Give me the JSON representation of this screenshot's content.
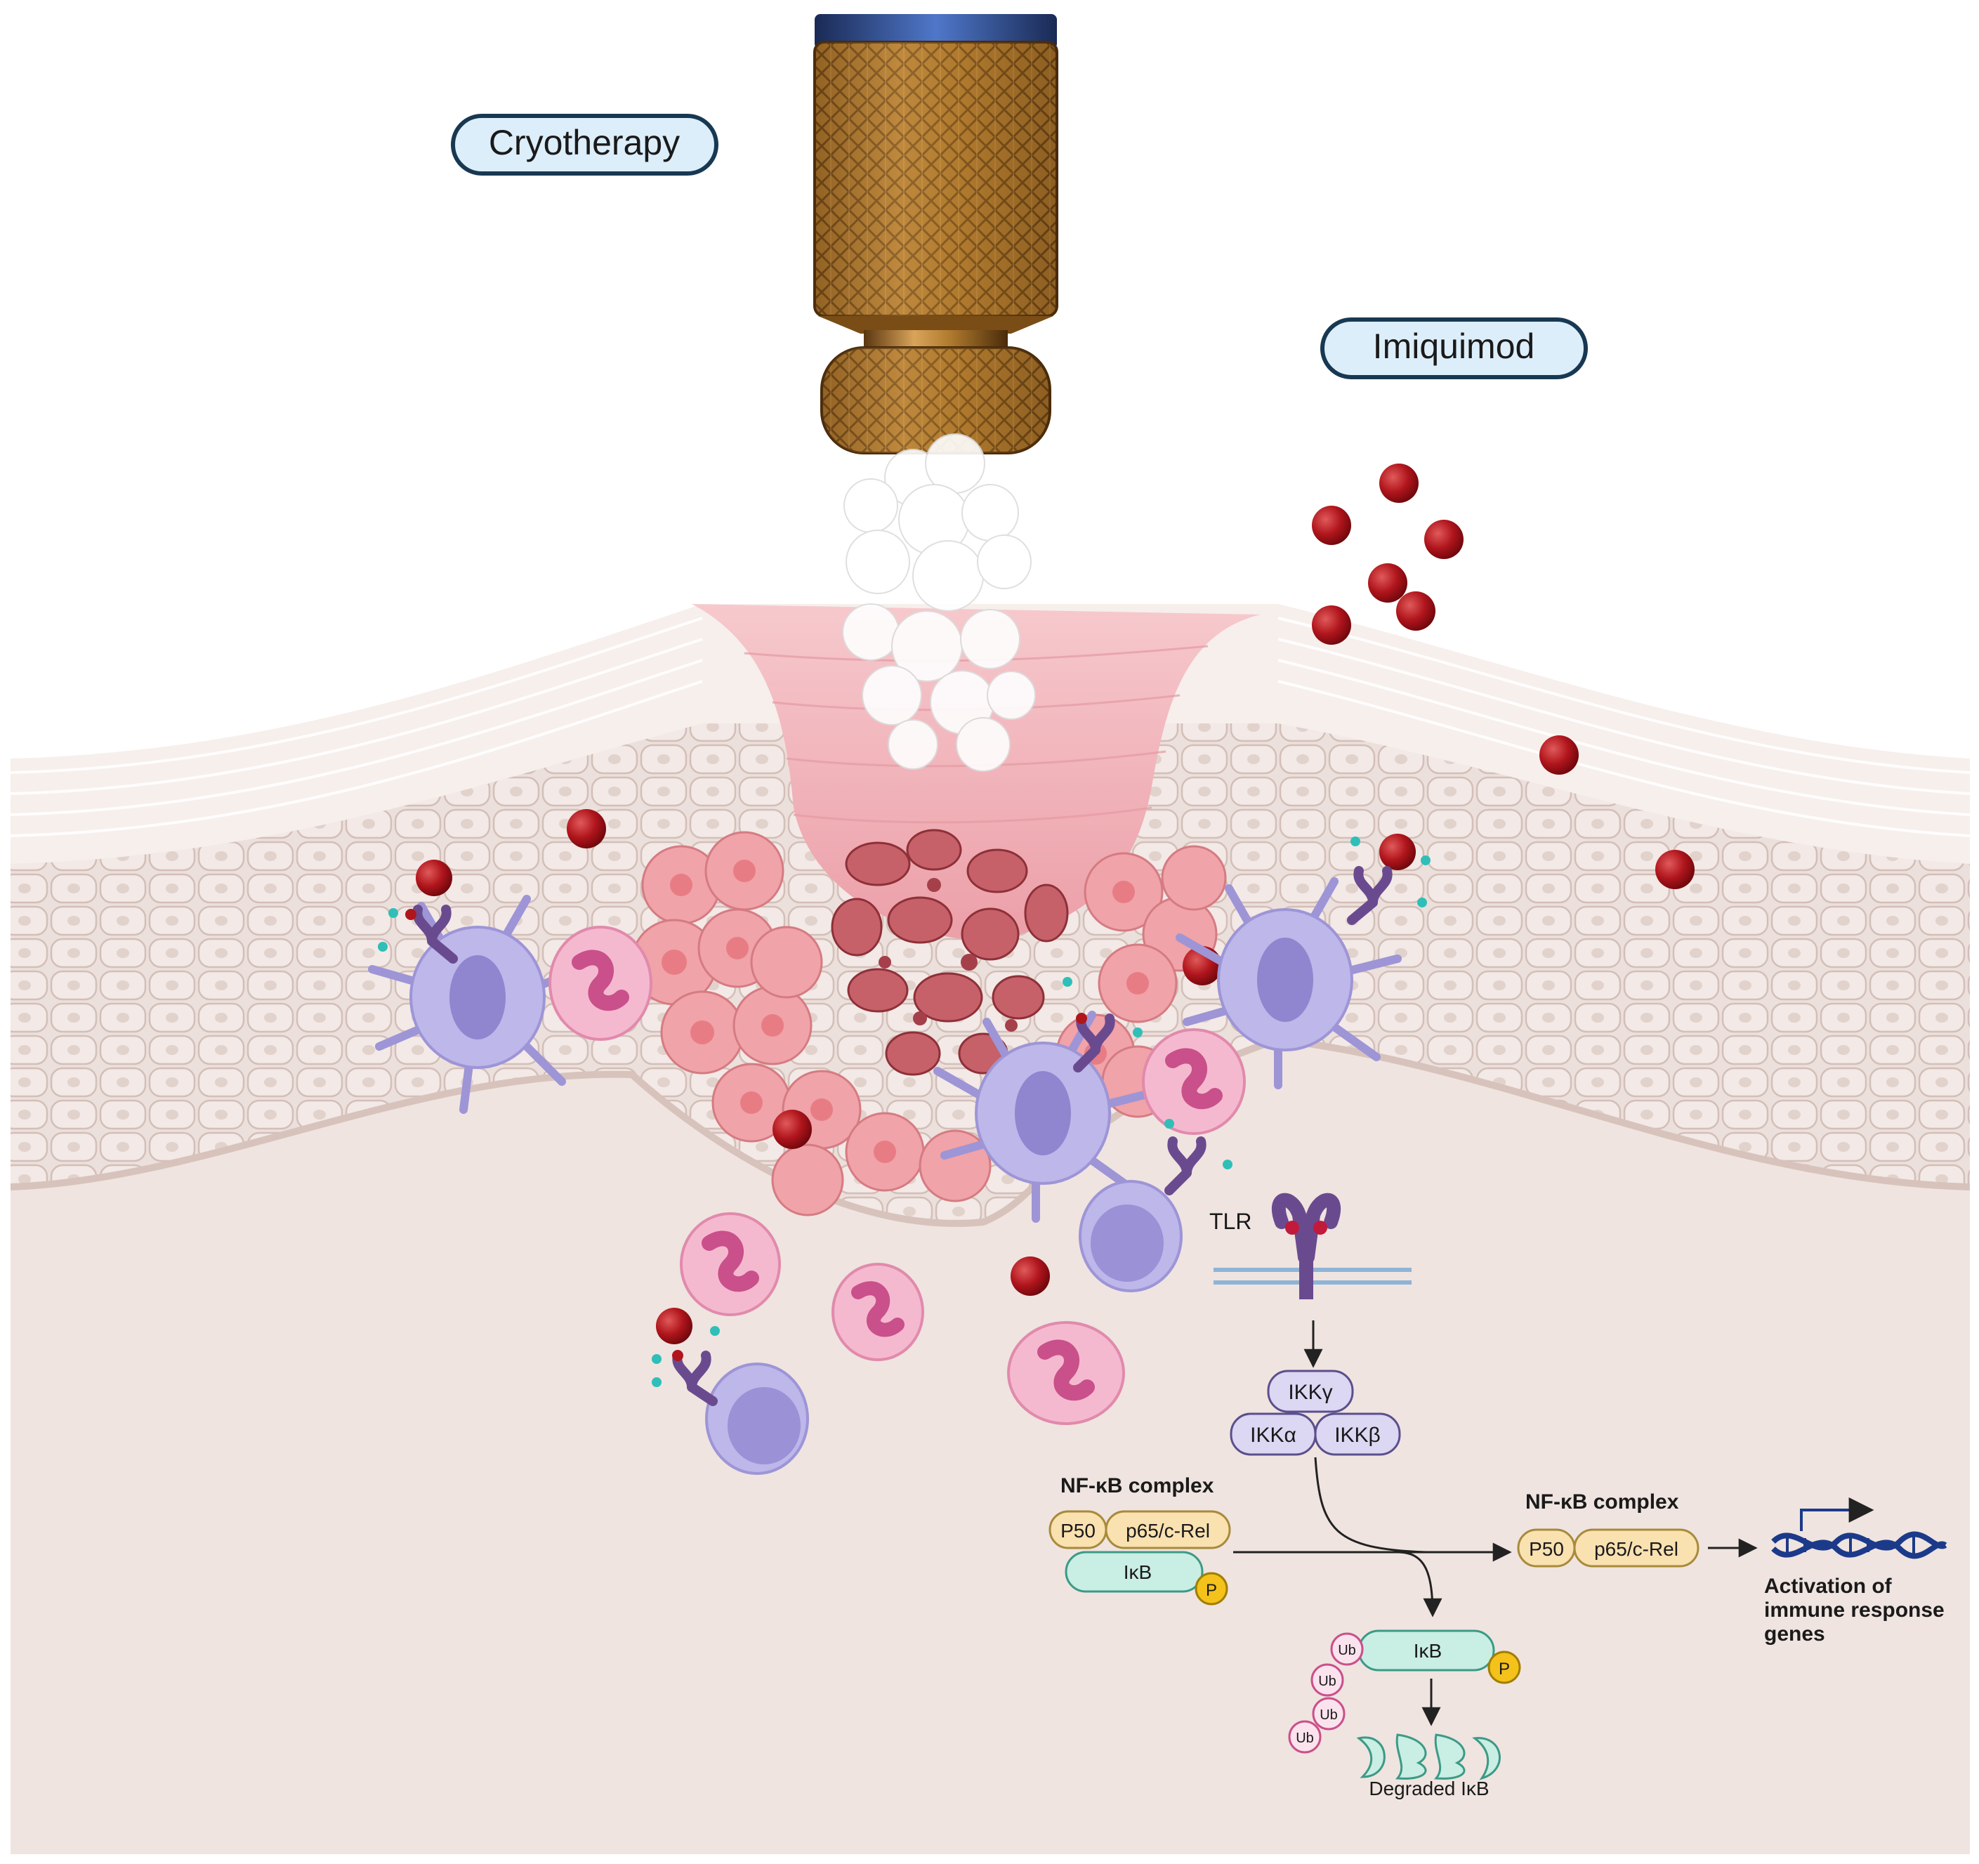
{
  "labels": {
    "cryotherapy": "Cryotherapy",
    "imiquimod": "Imiquimod",
    "tlr": "TLR",
    "ikk_gamma": "IKKγ",
    "ikk_alpha": "IKKα",
    "ikk_beta": "IKKβ",
    "nfkb_complex_left": "NF-κB complex",
    "nfkb_complex_right": "NF-κB complex",
    "p50_left": "P50",
    "p65_left": "p65/c-Rel",
    "ikb_left": "IκB",
    "p_left": "P",
    "p50_right": "P50",
    "p65_right": "p65/c-Rel",
    "ikb_ub": "IκB",
    "p_ub": "P",
    "ub": "Ub",
    "degraded_ikb": "Degraded IκB",
    "activation_line1": "Activation of",
    "activation_line2": "immune response",
    "activation_line3": "genes"
  },
  "colors": {
    "skin_top": "#f3ebe8",
    "dermis": "#efe3df",
    "cell_border": "#d9c7c1",
    "wound": "#f2b8bf",
    "tumor": "#e58f94",
    "necrotic": "#c9575f",
    "imiquimod": "#b0151c",
    "dendritic": "#b9b3e8",
    "neutrophil": "#f5b9cf",
    "receptor": "#6a4a8f",
    "ikk": "#dcd7f2",
    "nfkb": "#f9e1b0",
    "ikb": "#c9eee3",
    "phospho": "#f4c21a",
    "label_pill": "#dceefa",
    "dna": "#1c3a8a"
  },
  "icons": [
    "cryo-spray-device-icon",
    "frost-cloud-icon",
    "imiquimod-molecule-icon",
    "dendritic-cell-icon",
    "neutrophil-icon",
    "toll-like-receptor-icon",
    "dna-gene-activation-icon",
    "ubiquitin-icon"
  ]
}
